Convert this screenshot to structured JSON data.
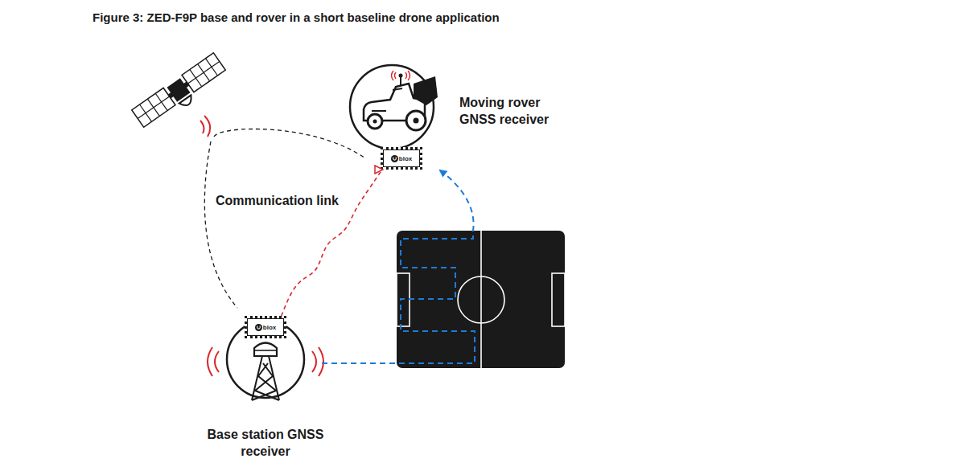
{
  "diagram": {
    "title": "Figure 3: ZED-F9P base and rover in a short baseline drone application",
    "nodes": [
      {
        "text": [
          "Moving rover GNSS receiver"
        ]
      },
      {
        "text": [
          "blox"
        ],
        "in": 0
      },
      {
        "text": [
          "Base station GNSS receiver"
        ]
      },
      {
        "text": [
          "blox"
        ],
        "in": 2
      }
    ],
    "edges": [
      {
        "from": 3,
        "to": 1,
        "arrow": "to",
        "label": "Communication link"
      }
    ]
  }
}
